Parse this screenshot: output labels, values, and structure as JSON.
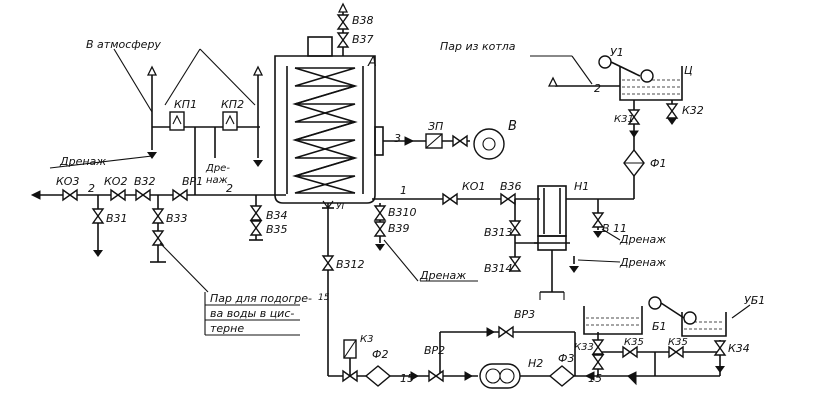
{
  "labels": {
    "v38": "В38",
    "v37": "В37",
    "a": "А",
    "to_atm": "В атмосферу",
    "kp1": "КП1",
    "kp2": "КП2",
    "drain_left": "Дренаж",
    "drain_mid": "Дре-\nнаж",
    "n2_left": "2",
    "n2_mid": "2",
    "ko3": "КО3",
    "ko2": "КО2",
    "v32": "В32",
    "vr1": "ВР1",
    "v31": "В31",
    "v33": "В33",
    "v34": "В34",
    "v35": "В35",
    "ug": "УГ",
    "v310": "В310",
    "v39": "В39",
    "n1": "1",
    "n3": "3",
    "zp": "ЗП",
    "v": "В",
    "steam_boiler": "Пар из котла",
    "u1": "У1",
    "ts": "Ц",
    "n2_right": "2",
    "k31": "К31",
    "k32": "К32",
    "f1": "Ф1",
    "ko1": "КО1",
    "v36": "В36",
    "n1_valve": "Н1",
    "v313": "В313",
    "v314": "В314",
    "v11": "В 11",
    "drain_r1": "Дренаж",
    "drain_r2": "Дренаж",
    "drain_v39": "Дренаж",
    "v312": "В312",
    "n15_v": "15",
    "steam_heat_1": "Пар для подогре-",
    "steam_heat_2": "ва воды в цис-",
    "steam_heat_3": "терне",
    "k3": "К3",
    "f2": "Ф2",
    "vr2": "ВР2",
    "vr3": "ВР3",
    "n15_a": "15",
    "n2_pump": "Н2",
    "f3": "Ф3",
    "n15_b": "15",
    "k33": "К33",
    "k35a": "К35",
    "k35b": "К35",
    "k34": "К34",
    "b1": "Б1",
    "ub1": "УБ1"
  }
}
